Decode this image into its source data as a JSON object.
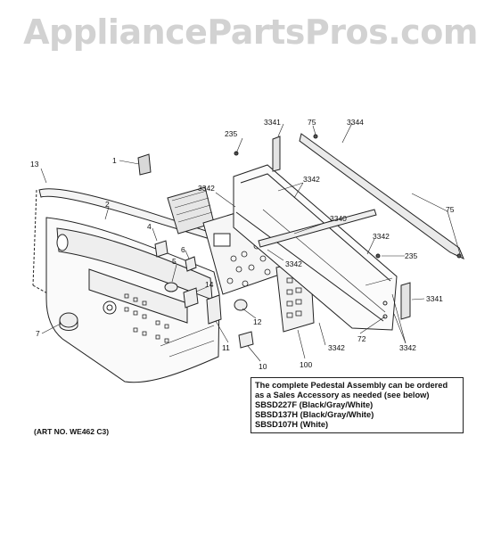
{
  "watermark": "AppliancePartsPros.com",
  "labels": {
    "l13": "13",
    "l1": "1",
    "l2": "2",
    "l4": "4",
    "l6": "6",
    "l5": "5",
    "l14": "14",
    "l7": "7",
    "l11": "11",
    "l12": "12",
    "l10": "10",
    "l100": "100",
    "l72": "72",
    "l235a": "235",
    "l235b": "235",
    "l3341a": "3341",
    "l3341b": "3341",
    "l75a": "75",
    "l75b": "75",
    "l3344": "3344",
    "l3340": "3340",
    "l3342a": "3342",
    "l3342b": "3342",
    "l3342c": "3342",
    "l3342d": "3342",
    "l3342e": "3342",
    "l3342f": "3342"
  },
  "note": {
    "line1": "The complete Pedestal Assembly can be ordered",
    "line2": "as a Sales Accessory as needed (see below)",
    "line3": "SBSD227F (Black/Gray/White)",
    "line4": "SBSD137H (Black/Gray/White)",
    "line5": "SBSD107H (White)"
  },
  "art_number": "(ART NO. WE462 C3)"
}
